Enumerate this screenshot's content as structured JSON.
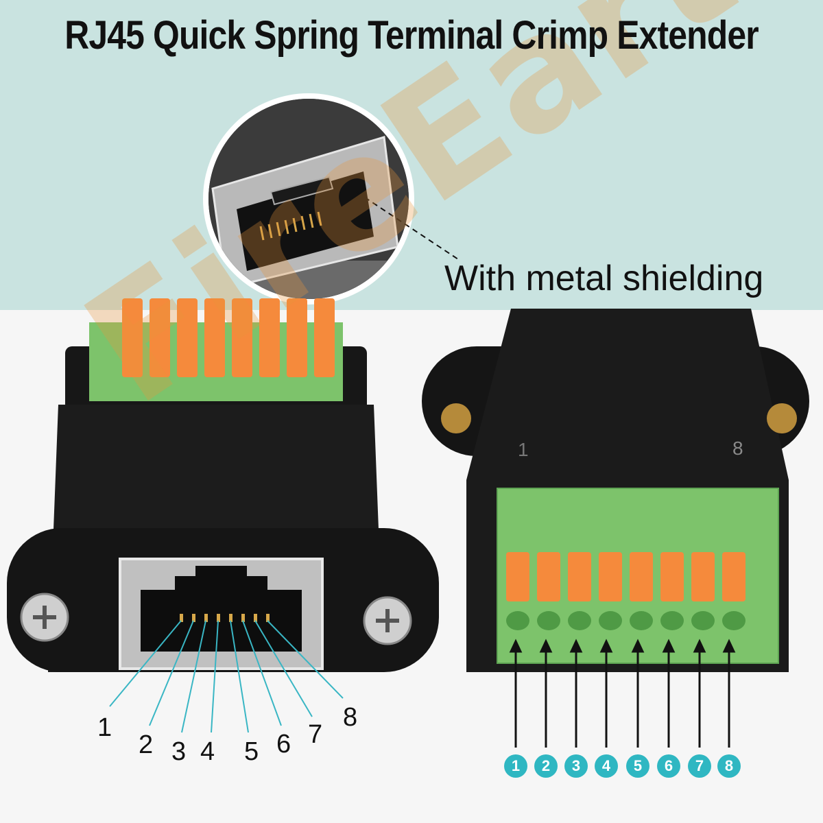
{
  "title": "RJ45 Quick Spring Terminal Crimp Extender",
  "callout": "With metal shielding",
  "watermark": "FireEarth",
  "colors": {
    "top_band": "#c9e3e0",
    "bottom_band": "#f6f6f6",
    "terminal_green": "#7dc36b",
    "lever_orange": "#f58a3c",
    "housing_black": "#1c1c1c",
    "pin_circle_teal": "#2fb7c2",
    "pin_line_teal": "#39b6c4"
  },
  "left_connector": {
    "pin_labels": [
      "1",
      "2",
      "3",
      "4",
      "5",
      "6",
      "7",
      "8"
    ]
  },
  "right_connector": {
    "body_labels": [
      "1",
      "8"
    ],
    "pin_labels": [
      "1",
      "2",
      "3",
      "4",
      "5",
      "6",
      "7",
      "8"
    ]
  }
}
